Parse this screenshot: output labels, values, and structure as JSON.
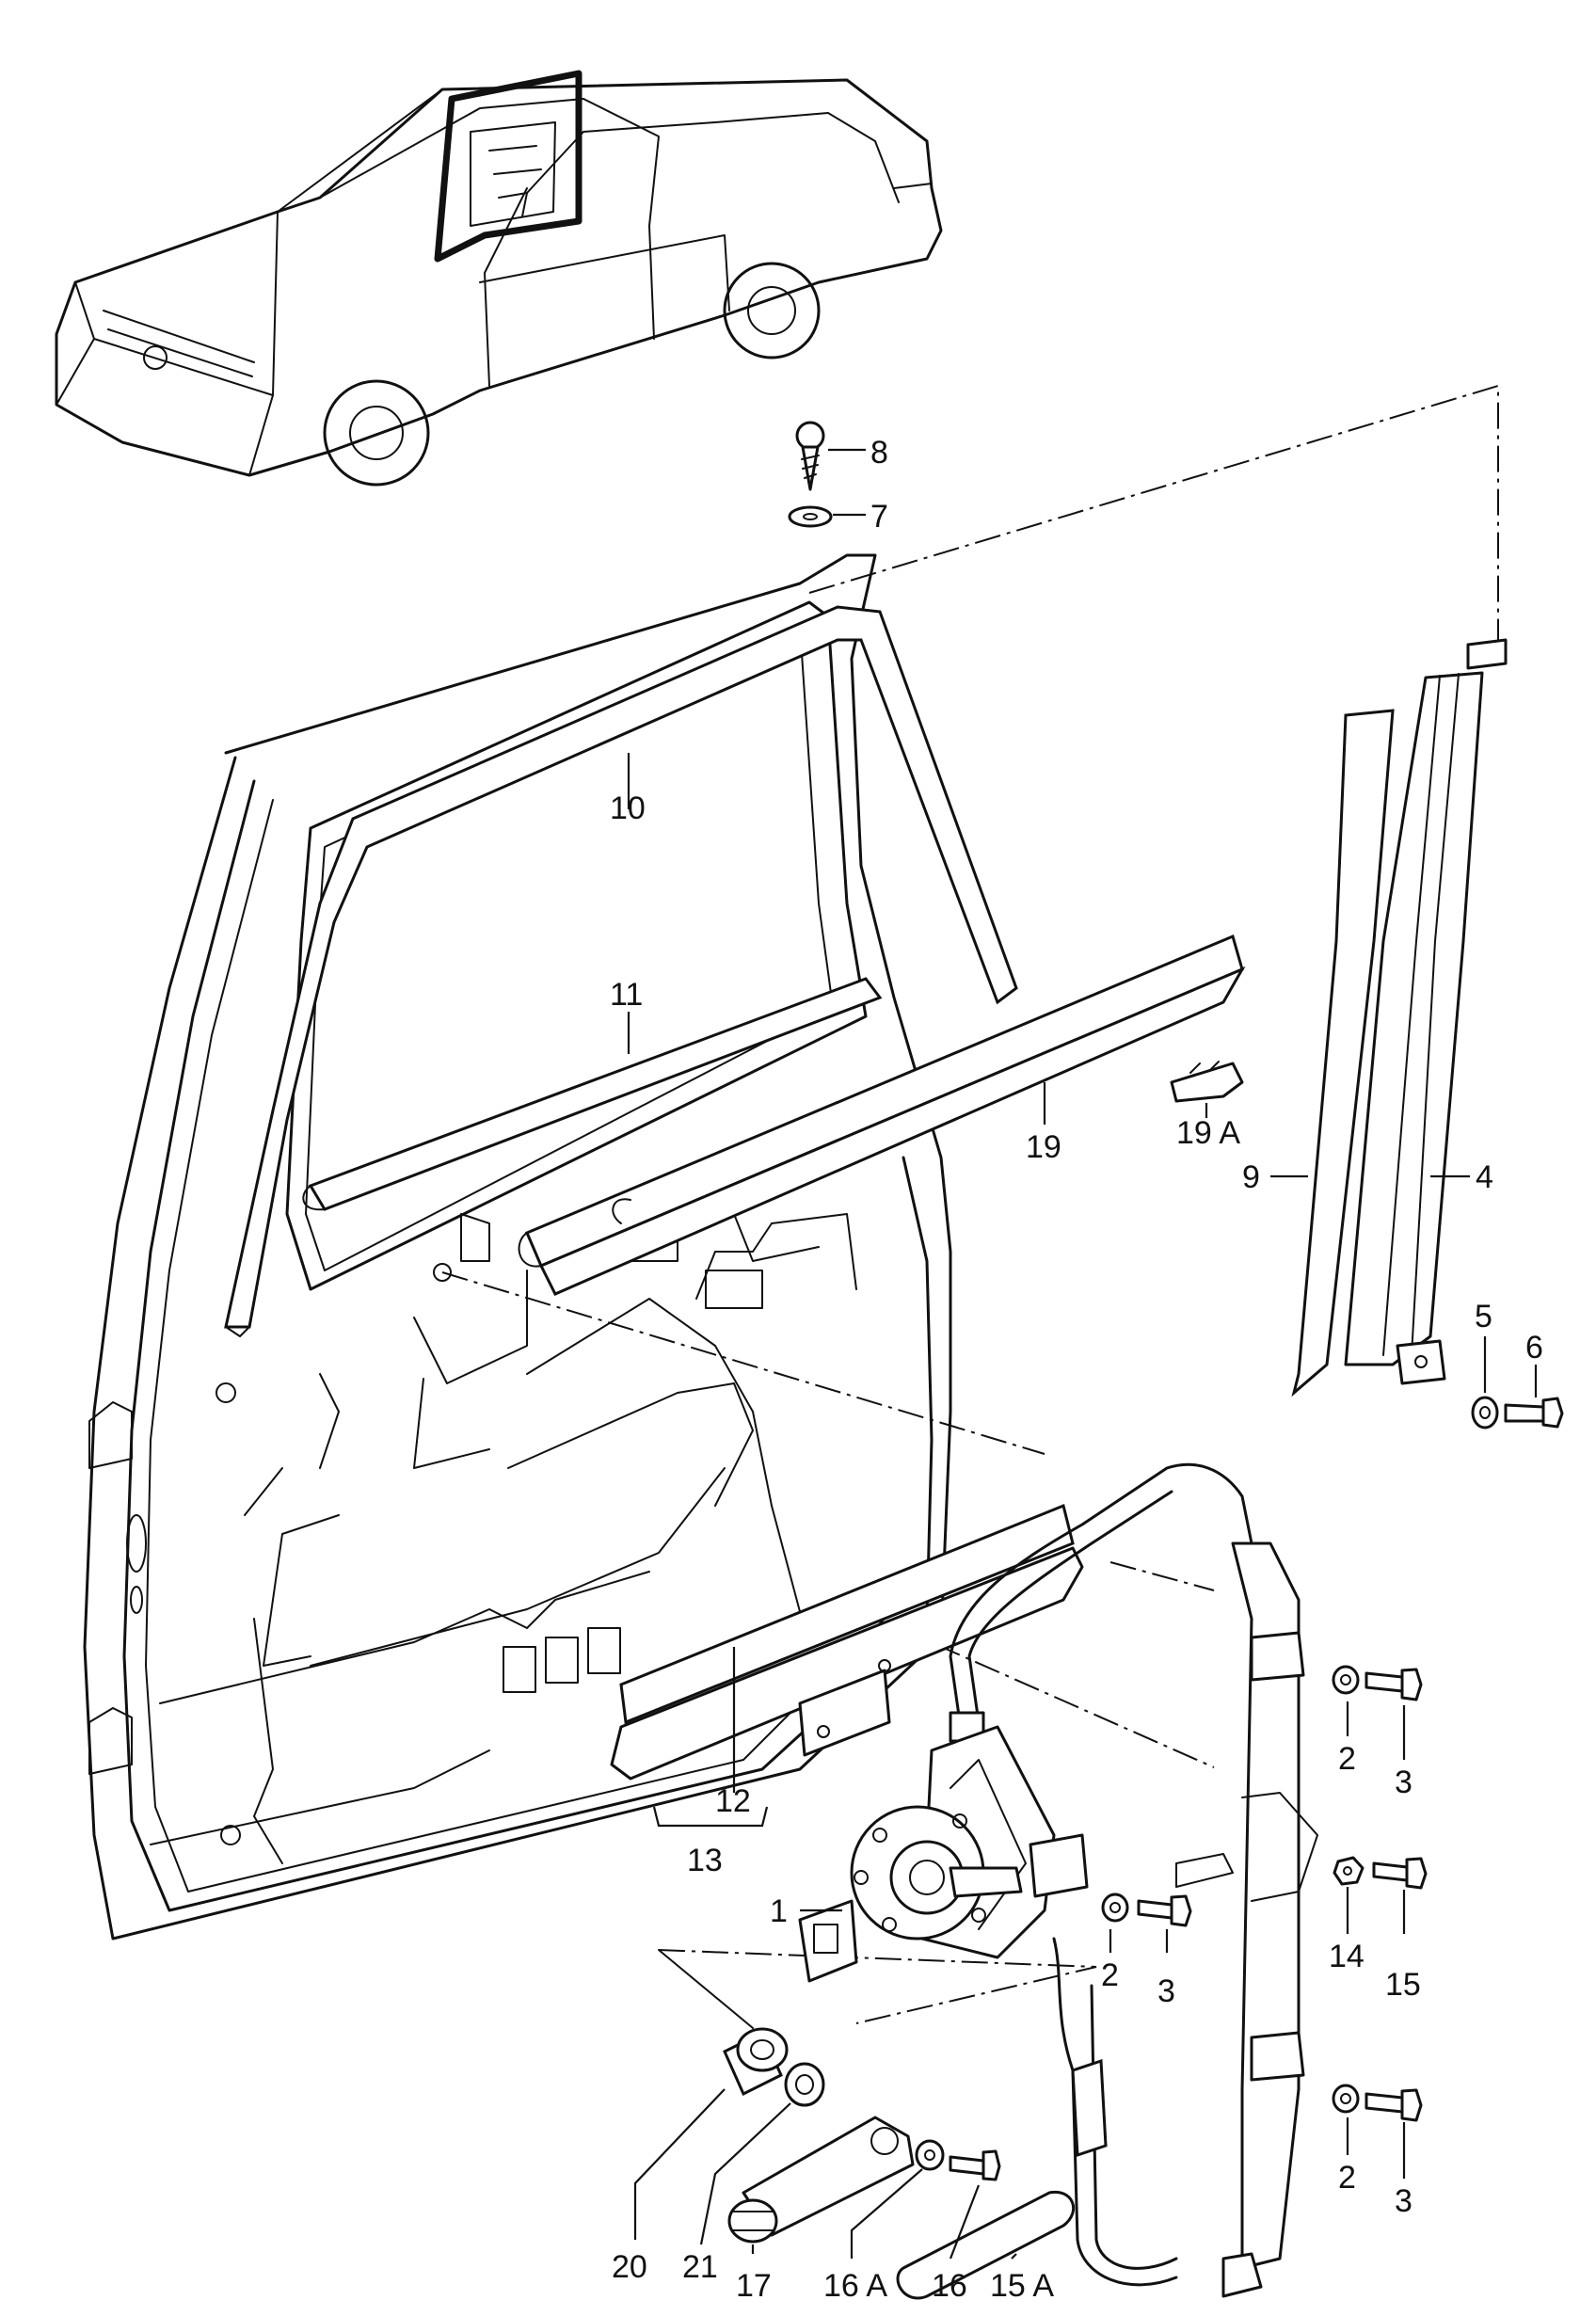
{
  "diagram": {
    "callouts": [
      {
        "id": "c8",
        "text": "8"
      },
      {
        "id": "c7",
        "text": "7"
      },
      {
        "id": "c10",
        "text": "10"
      },
      {
        "id": "c11",
        "text": "11"
      },
      {
        "id": "c19",
        "text": "19"
      },
      {
        "id": "c19a",
        "text": "19 A"
      },
      {
        "id": "c9",
        "text": "9"
      },
      {
        "id": "c4",
        "text": "4"
      },
      {
        "id": "c5",
        "text": "5"
      },
      {
        "id": "c6",
        "text": "6"
      },
      {
        "id": "c12",
        "text": "12"
      },
      {
        "id": "c13",
        "text": "13"
      },
      {
        "id": "c1",
        "text": "1"
      },
      {
        "id": "c2a",
        "text": "2"
      },
      {
        "id": "c3a",
        "text": "3"
      },
      {
        "id": "c2b",
        "text": "2"
      },
      {
        "id": "c3b",
        "text": "3"
      },
      {
        "id": "c14",
        "text": "14"
      },
      {
        "id": "c15",
        "text": "15"
      },
      {
        "id": "c2c",
        "text": "2"
      },
      {
        "id": "c3c",
        "text": "3"
      },
      {
        "id": "c20",
        "text": "20"
      },
      {
        "id": "c21",
        "text": "21"
      },
      {
        "id": "c17",
        "text": "17"
      },
      {
        "id": "c16a",
        "text": "16 A"
      },
      {
        "id": "c16",
        "text": "16"
      },
      {
        "id": "c15a",
        "text": "15 A"
      }
    ]
  }
}
